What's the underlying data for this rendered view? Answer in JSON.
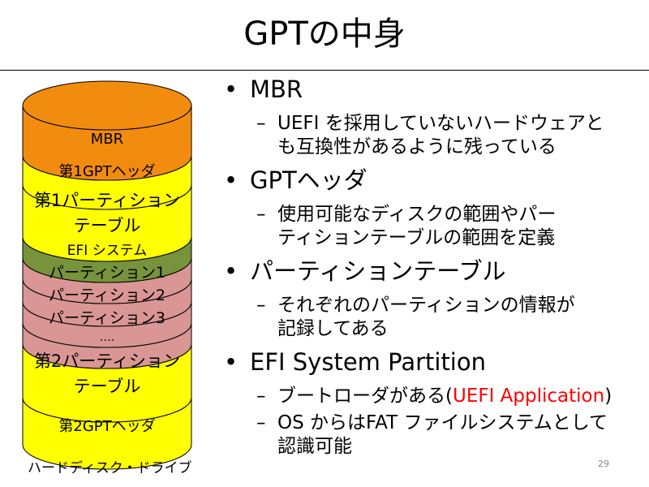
{
  "slide": {
    "title": "GPTの中身",
    "page_number": "29"
  },
  "disk": {
    "caption": "ハードディスク・ドライブ",
    "segments": [
      {
        "label": "MBR",
        "color": "#f28c0f"
      },
      {
        "label": "第1GPTヘッダ",
        "color": "#ffff00"
      },
      {
        "label": "第1パーティション",
        "label2": "テーブル",
        "color": "#ffff00"
      },
      {
        "label": "EFI システム",
        "color": "#77933c"
      },
      {
        "label": "パーティション1",
        "color": "#d99694"
      },
      {
        "label": "パーティション2",
        "color": "#d99694"
      },
      {
        "label": "パーティション3",
        "color": "#d99694"
      },
      {
        "label": "….",
        "color": "#d99694"
      },
      {
        "label": "第2パーティション",
        "label2": "テーブル",
        "color": "#ffff00"
      },
      {
        "label": "第2GPTヘッダ",
        "color": "#ffff00"
      }
    ]
  },
  "bullets": [
    {
      "heading": "MBR",
      "subs": [
        [
          "UEFI を採用していないハードウェアと",
          "も互換性があるように残っている"
        ]
      ]
    },
    {
      "heading": "GPTヘッダ",
      "subs": [
        [
          "使用可能なディスクの範囲やパー",
          "ティションテーブルの範囲を定義"
        ]
      ]
    },
    {
      "heading": "パーティションテーブル",
      "subs": [
        [
          "それぞれのパーティションの情報が",
          "記録してある"
        ]
      ]
    },
    {
      "heading": "EFI System Partition",
      "subs": [
        {
          "before": "ブートローダがある(",
          "highlight": "UEFI Application",
          "after": ")"
        },
        [
          "OS からはFAT ファイルシステムとして",
          "認識可能"
        ]
      ]
    }
  ],
  "colors": {
    "highlight": "#ff0000",
    "outline": "#000000"
  }
}
